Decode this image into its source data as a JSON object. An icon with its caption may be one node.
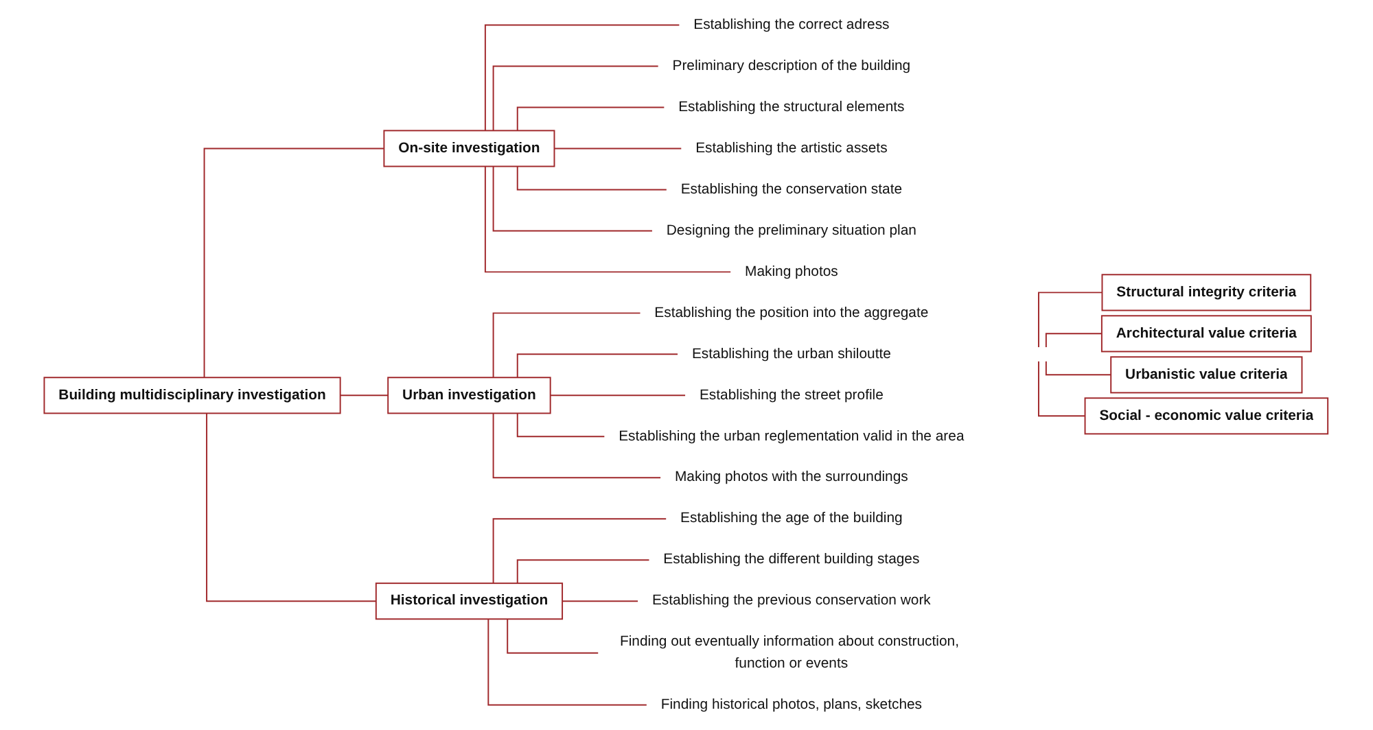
{
  "diagram": {
    "nodes": [
      {
        "text": [
          "Building multidisciplinary investigation"
        ]
      },
      {
        "text": [
          "On-site investigation"
        ]
      },
      {
        "text": [
          "Establishing the correct adress"
        ]
      },
      {
        "text": [
          "Preliminary description of the building"
        ]
      },
      {
        "text": [
          "Establishing the structural elements"
        ]
      },
      {
        "text": [
          "Establishing the artistic assets"
        ]
      },
      {
        "text": [
          "Establishing the conservation state"
        ]
      },
      {
        "text": [
          "Designing the preliminary situation plan"
        ]
      },
      {
        "text": [
          "Making photos"
        ]
      },
      {
        "text": [
          "Urban investigation"
        ]
      },
      {
        "text": [
          "Establishing the position into the aggregate"
        ]
      },
      {
        "text": [
          "Establishing the urban shiloutte"
        ]
      },
      {
        "text": [
          "Establishing the street profile"
        ]
      },
      {
        "text": [
          "Establishing the urban reglementation valid in the area"
        ]
      },
      {
        "text": [
          "Making photos with the surroundings"
        ]
      },
      {
        "text": [
          "Historical investigation"
        ]
      },
      {
        "text": [
          "Establishing the age of the building"
        ]
      },
      {
        "text": [
          "Establishing the different building stages"
        ]
      },
      {
        "text": [
          "Establishing the previous conservation work"
        ]
      },
      {
        "text": [
          "Finding out eventually information about construction, function or events"
        ]
      },
      {
        "text": [
          "Finding historical photos, plans, sketches"
        ]
      },
      {
        "text": [
          "Structural integrity criteria"
        ]
      },
      {
        "text": [
          "Architectural value criteria"
        ]
      },
      {
        "text": [
          "Urbanistic value criteria"
        ]
      },
      {
        "text": [
          "Social - economic value criteria"
        ]
      }
    ],
    "edges": [
      {
        "from": 0,
        "to": 1,
        "arrow": "none"
      },
      {
        "from": 0,
        "to": 9,
        "arrow": "none"
      },
      {
        "from": 0,
        "to": 15,
        "arrow": "none"
      },
      {
        "from": 1,
        "to": 2,
        "arrow": "none"
      },
      {
        "from": 1,
        "to": 3,
        "arrow": "none"
      },
      {
        "from": 1,
        "to": 4,
        "arrow": "none"
      },
      {
        "from": 1,
        "to": 5,
        "arrow": "none"
      },
      {
        "from": 1,
        "to": 6,
        "arrow": "none"
      },
      {
        "from": 1,
        "to": 7,
        "arrow": "none"
      },
      {
        "from": 1,
        "to": 8,
        "arrow": "none"
      },
      {
        "from": 9,
        "to": 10,
        "arrow": "none"
      },
      {
        "from": 9,
        "to": 11,
        "arrow": "none"
      },
      {
        "from": 9,
        "to": 12,
        "arrow": "none"
      },
      {
        "from": 9,
        "to": 13,
        "arrow": "none"
      },
      {
        "from": 9,
        "to": 14,
        "arrow": "none"
      },
      {
        "from": 15,
        "to": 16,
        "arrow": "none"
      },
      {
        "from": 15,
        "to": 17,
        "arrow": "none"
      },
      {
        "from": 15,
        "to": 18,
        "arrow": "none"
      },
      {
        "from": 15,
        "to": 19,
        "arrow": "none"
      },
      {
        "from": 15,
        "to": 20,
        "arrow": "none"
      },
      {
        "from": null,
        "to": 21,
        "arrow": "none"
      },
      {
        "from": null,
        "to": 22,
        "arrow": "none"
      },
      {
        "from": null,
        "to": 23,
        "arrow": "none"
      },
      {
        "from": null,
        "to": 24,
        "arrow": "none"
      }
    ]
  }
}
